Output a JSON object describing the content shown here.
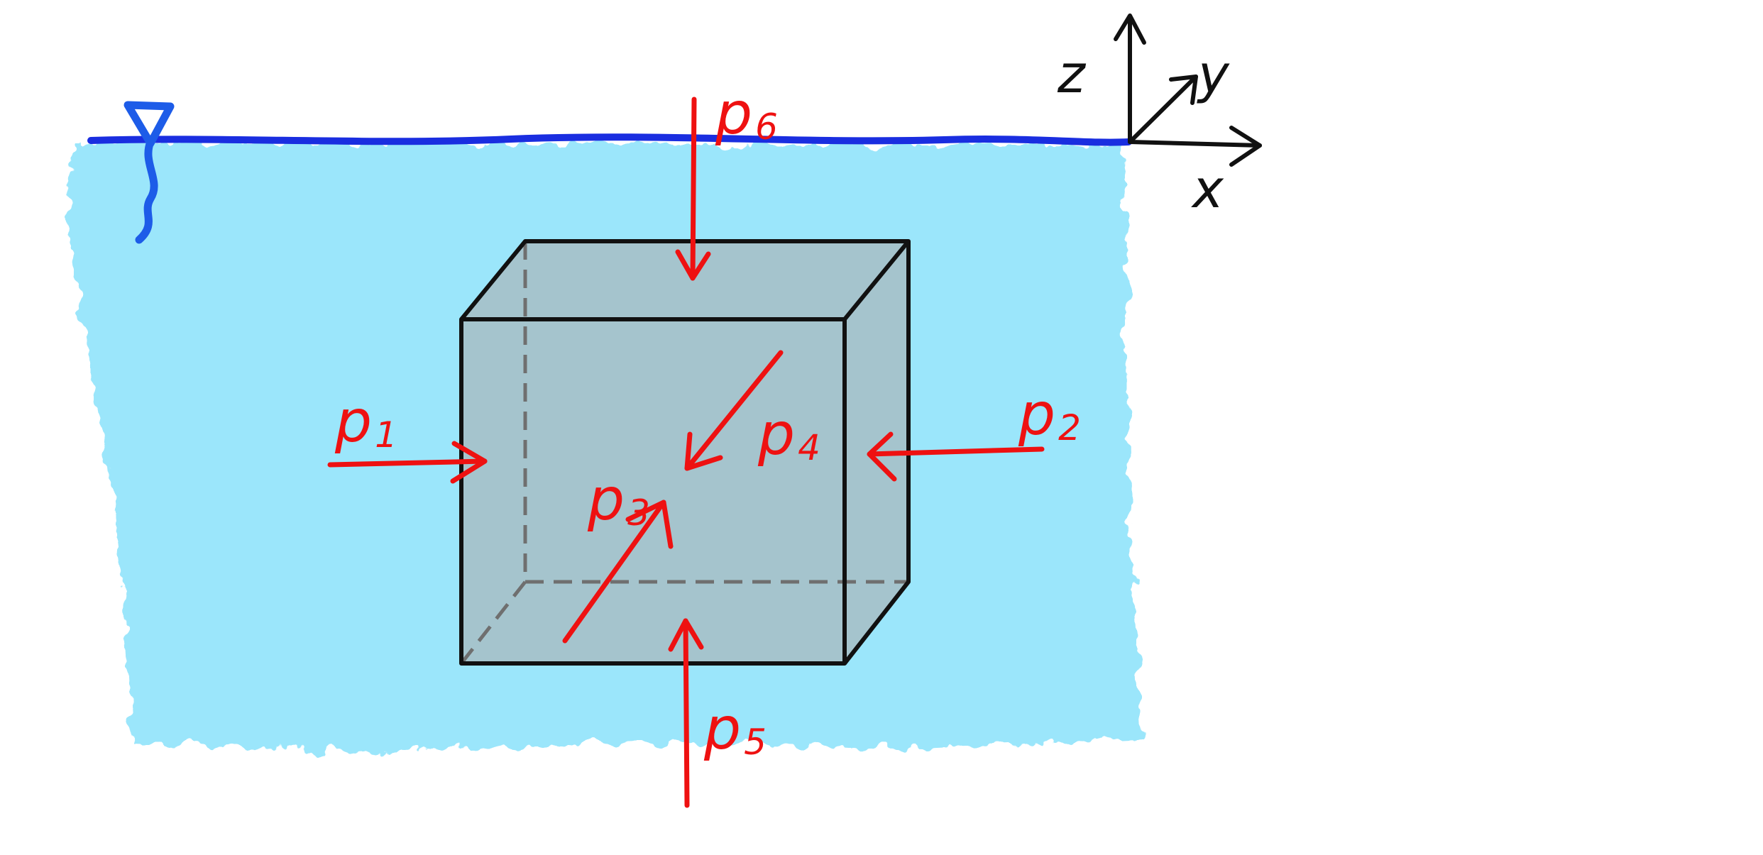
{
  "diagram": {
    "colors": {
      "water": "#9be6fb",
      "surface": "#1a2ee0",
      "surface_symbol": "#1d5ce8",
      "cube_fill": "#a6c1c9",
      "cube_edge": "#111111",
      "hidden_edge": "#6f6f6f",
      "force": "#ee1111",
      "axes": "#111111"
    },
    "forces": [
      {
        "id": "p1",
        "base": "p",
        "sub": "1"
      },
      {
        "id": "p2",
        "base": "p",
        "sub": "2"
      },
      {
        "id": "p3",
        "base": "p",
        "sub": "3"
      },
      {
        "id": "p4",
        "base": "p",
        "sub": "4"
      },
      {
        "id": "p5",
        "base": "p",
        "sub": "5"
      },
      {
        "id": "p6",
        "base": "p",
        "sub": "6"
      }
    ],
    "axes": {
      "x": "x",
      "y": "y",
      "z": "z"
    },
    "icons": [
      "water-level-triangle-icon"
    ]
  }
}
